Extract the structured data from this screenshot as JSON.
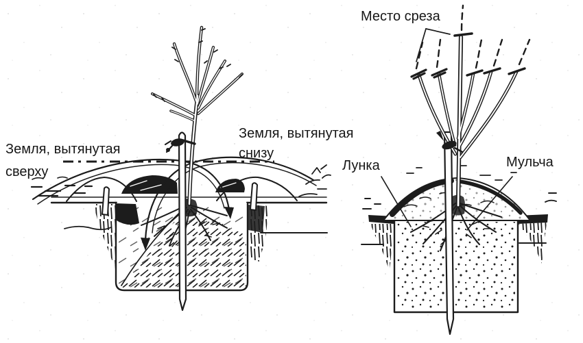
{
  "colors": {
    "background": "#ffffff",
    "ink": "#1c1c1c"
  },
  "left_figure": {
    "soil_top_label": {
      "line1": "Земля, вытянутая",
      "line2": "сверху"
    },
    "soil_bottom_label": {
      "line1": "Земля, вытянутая",
      "line2": "снизу"
    }
  },
  "right_figure": {
    "cut_label": "Место среза",
    "hole_label": "Лунка",
    "mulch_label": "Мульча"
  }
}
